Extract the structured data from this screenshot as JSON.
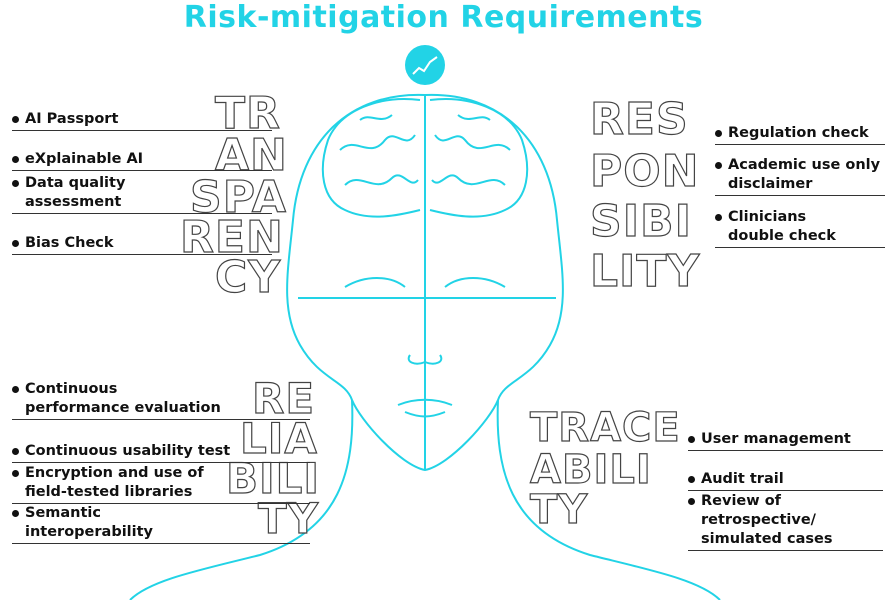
{
  "title": "Risk-mitigation Requirements",
  "colors": {
    "accent": "#22d3e6",
    "ink": "#111111",
    "outline": "#444444"
  },
  "words": {
    "transparency": [
      "TR",
      "AN",
      "SPA",
      "REN",
      "CY"
    ],
    "responsibility": [
      "RES",
      "PON",
      "SIBI",
      "LITY"
    ],
    "reliability": [
      "RE",
      "LIA",
      "BILI",
      "TY"
    ],
    "traceability": [
      "TRACE",
      "ABILI",
      "TY"
    ]
  },
  "transparency_items": [
    "AI Passport",
    "eXplainable AI",
    "Data quality\nassessment",
    "Bias Check"
  ],
  "responsibility_items": [
    "Regulation check",
    "Academic use only\ndisclaimer",
    "Clinicians\ndouble check"
  ],
  "reliability_items": [
    "Continuous\nperformance evaluation",
    "Continuous usability test",
    "Encryption and use of\nfield-tested libraries",
    "Semantic\ninteroperability"
  ],
  "traceability_items": [
    "User management",
    "Audit trail",
    "Review of retrospective/\nsimulated cases"
  ]
}
